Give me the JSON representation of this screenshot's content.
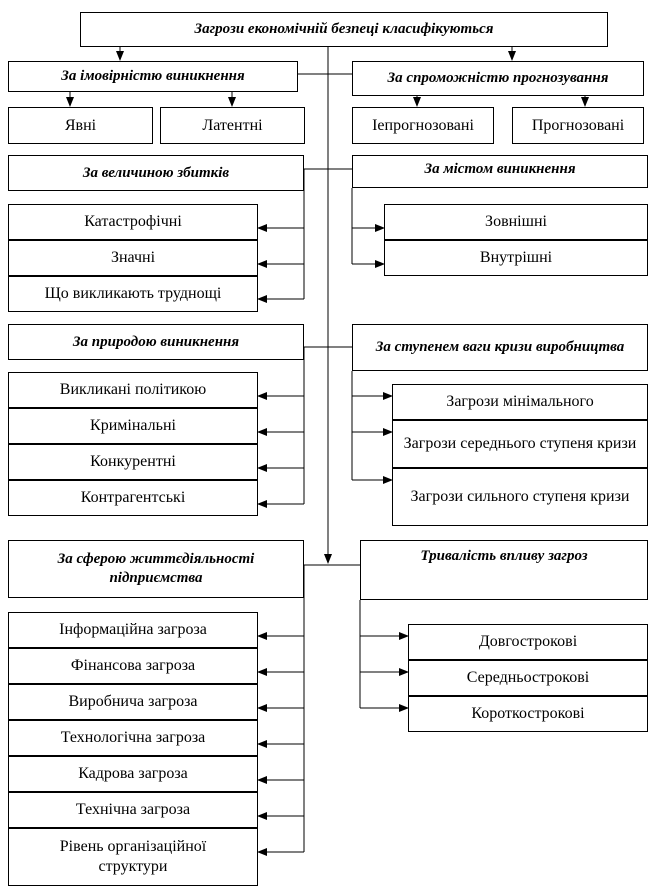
{
  "title": "Загрози економічній безпеці  класифікуються",
  "groups": {
    "probability": {
      "header": "За імовірністю виникнення",
      "items": [
        "Явні",
        "Латентні"
      ]
    },
    "forecast": {
      "header": "За спроможністю прогнозування",
      "items": [
        "Іепрогнозовані",
        "Прогнозовані"
      ]
    },
    "damage": {
      "header": "За величиною збитків",
      "items": [
        "Катастрофічні",
        "Значні",
        "Що викликають труднощі"
      ]
    },
    "place": {
      "header": "За містом виникнення",
      "items": [
        "Зовнішні",
        "Внутрішні"
      ]
    },
    "nature": {
      "header": "За природою виникнення",
      "items": [
        "Викликані політикою",
        "Кримінальні",
        "Конкурентні",
        "Контрагентські"
      ]
    },
    "crisis": {
      "header": "За ступенем ваги кризи виробництва",
      "items": [
        "Загрози мінімального",
        "Загрози середнього ступеня кризи",
        "Загрози сильного ступеня кризи"
      ]
    },
    "sphere": {
      "header": "За сферою життєдіяльності підприємства",
      "items": [
        "Інформаційна загроза",
        "Фінансова загроза",
        "Виробнича загроза",
        "Технологічна загроза",
        "Кадрова загроза",
        "Технічна загроза",
        "Рівень організаційної структури"
      ]
    },
    "duration": {
      "header": "Тривалість впливу загроз",
      "items": [
        "Довгострокові",
        "Середньострокові",
        "Короткострокові"
      ]
    }
  }
}
